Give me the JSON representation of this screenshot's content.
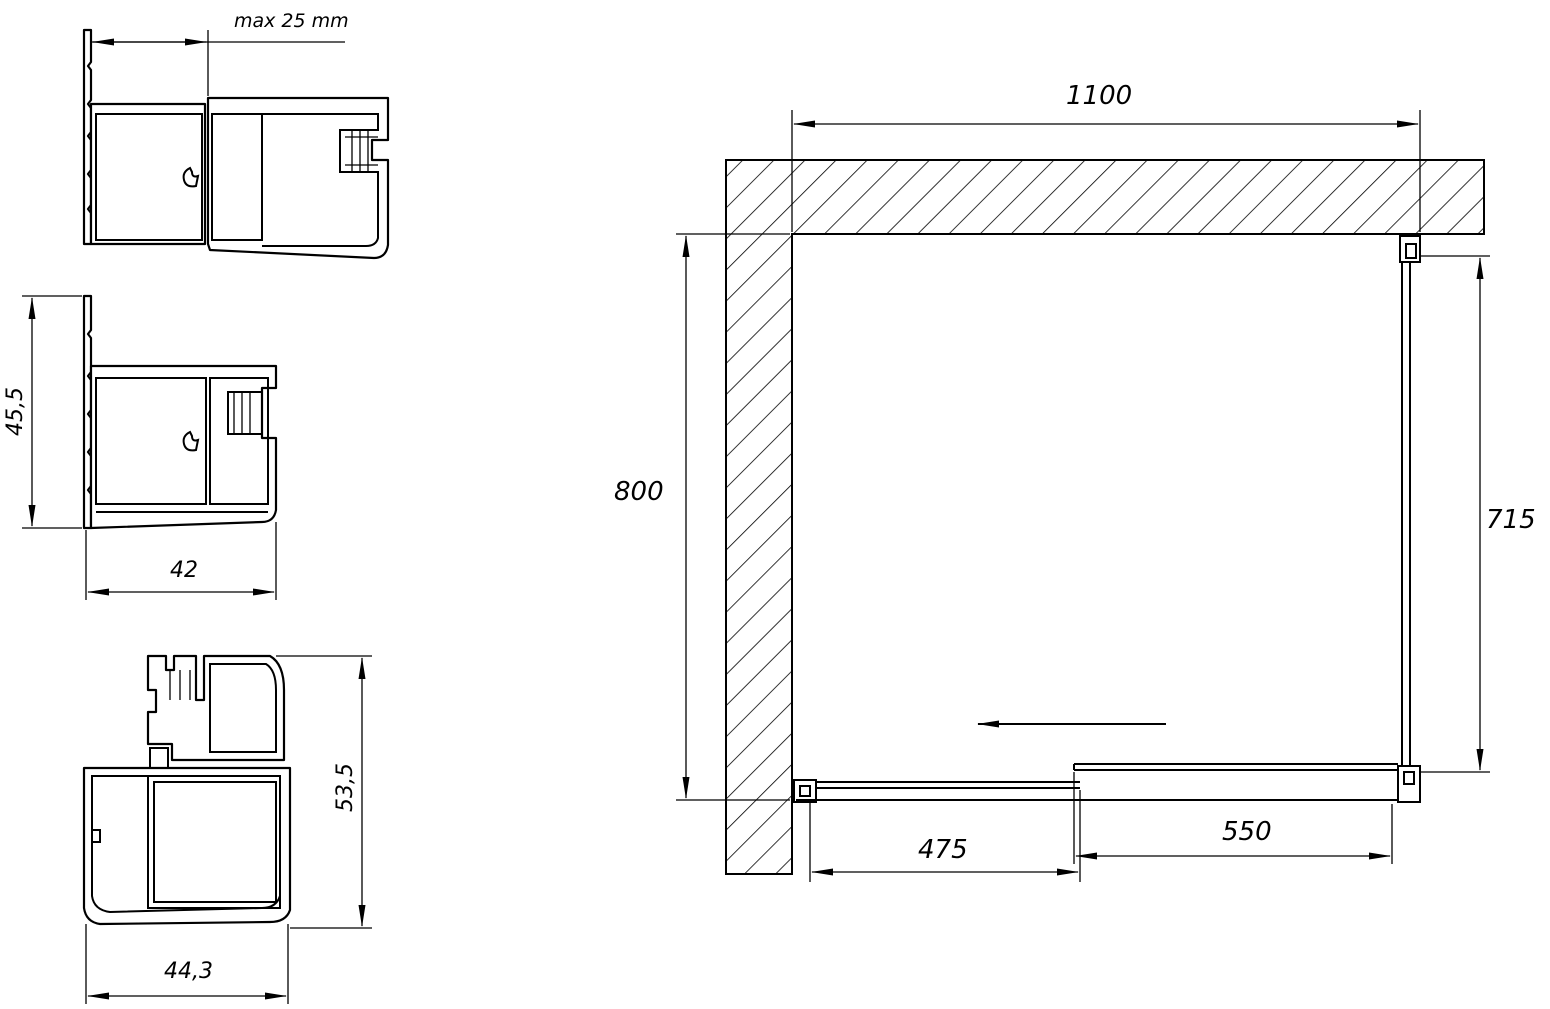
{
  "profile_top": {
    "max_gap_label": "max 25 mm"
  },
  "profile_middle": {
    "height_label": "45,5",
    "width_label": "42"
  },
  "profile_bottom": {
    "height_label": "53,5",
    "width_label": "44,3"
  },
  "plan": {
    "width_label": "1100",
    "depth_label": "800",
    "side_panel_label": "715",
    "door_fixed_label": "475",
    "door_sliding_label": "550"
  }
}
